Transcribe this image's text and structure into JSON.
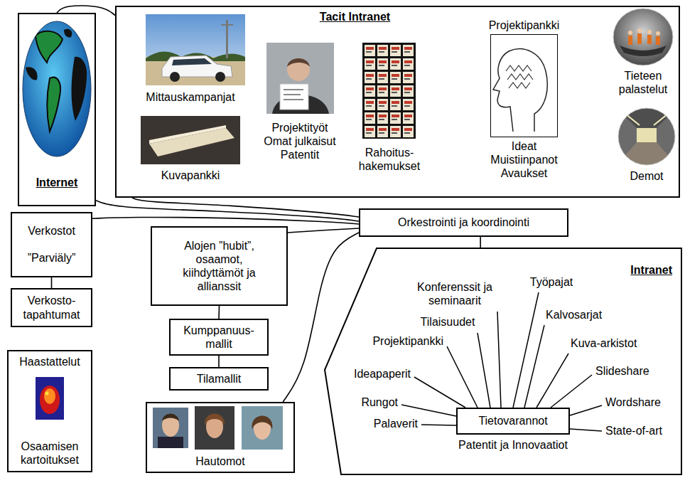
{
  "diagram": {
    "nodes": [
      {
        "text": [
          "Internet"
        ]
      },
      {
        "text": [
          "Tacit Intranet"
        ]
      },
      {
        "text": [
          "Projektipankki",
          "Ideat Muistiinpanot Avaukset"
        ],
        "in": 1
      },
      {
        "text": [
          "Verkostot",
          "”Parviäly”"
        ]
      },
      {
        "text": [
          "Alojen ”hubit”, osaamot, kiihdyttämöt ja allianssit"
        ]
      },
      {
        "text": [
          "Orkestrointi ja koordinointi"
        ]
      },
      {
        "text": [
          "Verkosto-tapahtumat"
        ]
      },
      {
        "text": [
          "Kumppanuus-mallit"
        ]
      },
      {
        "text": [
          "Tilamallit"
        ]
      },
      {
        "text": [
          "Haastattelut",
          "Osaamisen kartoitukset"
        ]
      },
      {
        "text": [
          "Hautomot"
        ]
      },
      {
        "text": [
          "Intranet"
        ]
      },
      {
        "text": [
          "Tietovarannot"
        ],
        "in": 11
      }
    ],
    "edges": [
      {
        "from": 0,
        "to": 1,
        "arrow": "none"
      },
      {
        "from": 0,
        "to": 5,
        "arrow": "none"
      },
      {
        "from": 1,
        "to": 5,
        "arrow": "none"
      },
      {
        "from": 3,
        "to": 5,
        "arrow": "none"
      },
      {
        "from": 4,
        "to": 5,
        "arrow": "none"
      },
      {
        "from": 10,
        "to": 5,
        "arrow": "none"
      },
      {
        "from": 3,
        "to": 6,
        "arrow": "none"
      },
      {
        "from": 4,
        "to": 7,
        "arrow": "none"
      },
      {
        "from": 7,
        "to": 8,
        "arrow": "none"
      },
      {
        "from": 5,
        "to": 11,
        "arrow": "none"
      }
    ],
    "labels": [
      "Mittauskampanjat",
      "Kuvapankki",
      "Projektityöt Omat julkaisut Patentit",
      "Rahoitus-hakemukset",
      "Tieteen palastelut",
      "Demot",
      "Konferenssit ja seminaarit",
      "Työpajat",
      "Tilaisuudet",
      "Kalvosarjat",
      "Projektipankki",
      "Kuva-arkistot",
      "Slideshare",
      "Ideapaperit",
      "Rungot",
      "Wordshare",
      "Palaverit",
      "State-of-art",
      "Patentit ja Innovaatiot"
    ]
  }
}
